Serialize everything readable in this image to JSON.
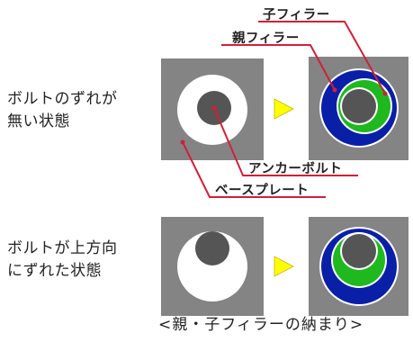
{
  "rows": [
    {
      "label": "ボルトのずれが\n無い状態"
    },
    {
      "label": "ボルトが上方向\nにずれた状態"
    }
  ],
  "callouts": {
    "child_filler": "子フィラー",
    "parent_filler": "親フィラー",
    "anchor_bolt": "アンカーボルト",
    "base_plate": "ベースプレート"
  },
  "caption": "<親・子フィラーの納まり>",
  "colors": {
    "plate_gray": "#848484",
    "hole_white": "#ffffff",
    "bolt_dark": "#555555",
    "parent_blue": "#0a1fa8",
    "child_green": "#1fb81f",
    "arrow_yellow": "#ffff00",
    "leader_red": "#d0203a"
  }
}
